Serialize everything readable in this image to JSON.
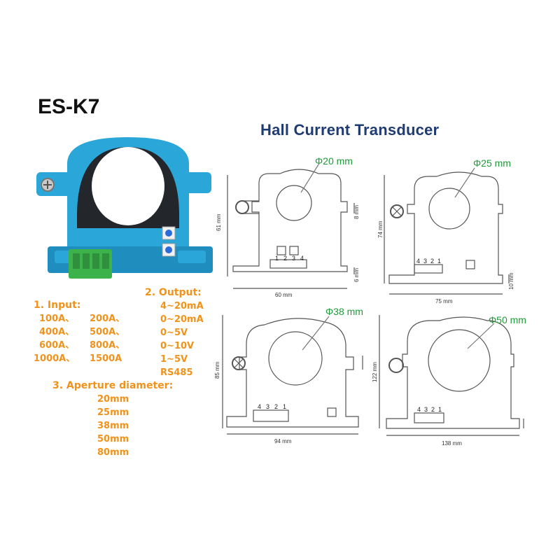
{
  "header": {
    "model": "ES-K7",
    "title": "Hall Current  Transducer"
  },
  "specs": {
    "input": {
      "heading": "1. Input:",
      "values": [
        [
          "100A、",
          "200A、"
        ],
        [
          "400A、",
          "500A、"
        ],
        [
          "600A、",
          "800A、"
        ],
        [
          "1000A、",
          "1500A"
        ]
      ]
    },
    "output": {
      "heading": "2. Output:",
      "values": [
        "4~20mA",
        "0~20mA",
        "0~5V",
        "0~10V",
        "1~5V",
        "RS485"
      ]
    },
    "aperture": {
      "heading": "3. Aperture diameter:",
      "values": [
        "20mm",
        "25mm",
        "38mm",
        "50mm",
        "80mm"
      ]
    }
  },
  "drawings": {
    "d20": {
      "aperture": "Φ20 mm",
      "width": "60 mm",
      "height": "61 mm",
      "right_top": "8 mm",
      "right_bottom": "6 mm",
      "pins": [
        "1",
        "2",
        "3",
        "4"
      ]
    },
    "d25": {
      "aperture": "Φ25 mm",
      "width": "75 mm",
      "height": "74 mm",
      "right_bottom": "10 mm",
      "pins": [
        "4",
        "3",
        "2",
        "1"
      ]
    },
    "d38": {
      "aperture": "Φ38 mm",
      "width": "94 mm",
      "height": "85 mm",
      "pins": [
        "4",
        "3",
        "2",
        "1"
      ]
    },
    "d50": {
      "aperture": "Φ50 mm",
      "width": "138 mm",
      "height": "122 mm",
      "pins": [
        "4",
        "3",
        "2",
        "1"
      ]
    }
  },
  "colors": {
    "title": "#1f3b73",
    "spec_text": "#f0931c",
    "aperture_label": "#1f9a3a",
    "housing_blue": "#2aa7d8",
    "core_dark": "#23262b",
    "terminal_green": "#3bb24a"
  }
}
